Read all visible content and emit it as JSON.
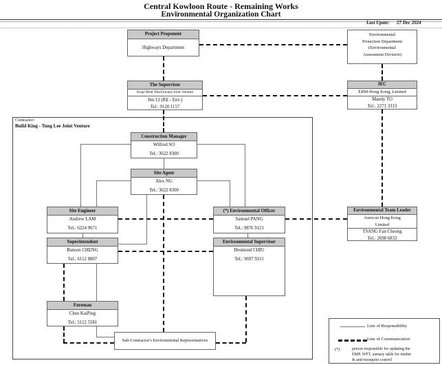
{
  "title": {
    "line1": "Central Kowloon Route - Remaining Works",
    "line2": "Environmental Organization Chart"
  },
  "last_update": {
    "label": "Last Upate:",
    "date": "27 Dec 2024"
  },
  "contractor": {
    "label": "Contractor:",
    "name": "Build King - Tung Lee Joint Venture"
  },
  "boxes": {
    "project_proponent": {
      "header": "Project Proponent",
      "lines": [
        "Highways Department"
      ]
    },
    "epd": {
      "lines": [
        "Environmental",
        "Protection Department",
        "(Environmental",
        "Assessment Division)"
      ]
    },
    "supervisor": {
      "header": "The Supervisor",
      "company": "Arup-Mott MacDonald Joint Venture",
      "lines": [
        "Jim LI (RE - Env.)",
        "Tel.: 9120 1157"
      ]
    },
    "iec": {
      "header": "IEC",
      "company": "ERM-Hong Kong, Limited",
      "lines": [
        "Mandy TO",
        "Tel.: 2271 3313"
      ]
    },
    "construction_manager": {
      "header": "Construction Manager",
      "lines": [
        "Wilfred SO",
        "Tel.: 3622 8300"
      ]
    },
    "site_agent": {
      "header": "Site Agent",
      "lines": [
        "Alex NG",
        "Tel.: 3622 8300"
      ]
    },
    "site_engineer": {
      "header": "Site Engineer",
      "lines": [
        "Andrew LAM",
        "Tel.: 6224 9671"
      ]
    },
    "environmental_officer": {
      "header": "(*) Environmental Officer",
      "lines": [
        "Samuel PANG",
        "Tel.: 9876 9121"
      ]
    },
    "environmental_team_leader": {
      "header": "Environmental Team Leader",
      "company": [
        "Aurecon Hong Kong",
        "Limited"
      ],
      "lines": [
        "TSANG Fan Cheong",
        "Tel.: 2698 6833"
      ]
    },
    "superintendent": {
      "header": "Superintendent",
      "lines": [
        "Banson CHENG",
        "Tel.: 6112 8807"
      ]
    },
    "environmental_supervisor": {
      "header": "Environmental Supervisor",
      "lines": [
        "Desmond CHIU",
        "Tel.: 9697 9311"
      ]
    },
    "foreman": {
      "header": "Foreman",
      "lines": [
        "Chen KaiPing",
        "Tel.: 5112 5581"
      ]
    },
    "subcontractor": {
      "lines": [
        "Sub-Contractor's Environmental Representatives"
      ]
    }
  },
  "legend": {
    "responsibility": "Line of Responsibility",
    "communication": "Line of Communication",
    "star": "(*)",
    "note": [
      "person responsible for updating the",
      "EMP, WFT, sumary table for timber",
      "& anti-mosquito control"
    ]
  },
  "colors": {
    "header_bg": "#c9c9c9",
    "box_border": "#666666",
    "responsibility_line": "#777777",
    "communication_line": "#111111"
  }
}
